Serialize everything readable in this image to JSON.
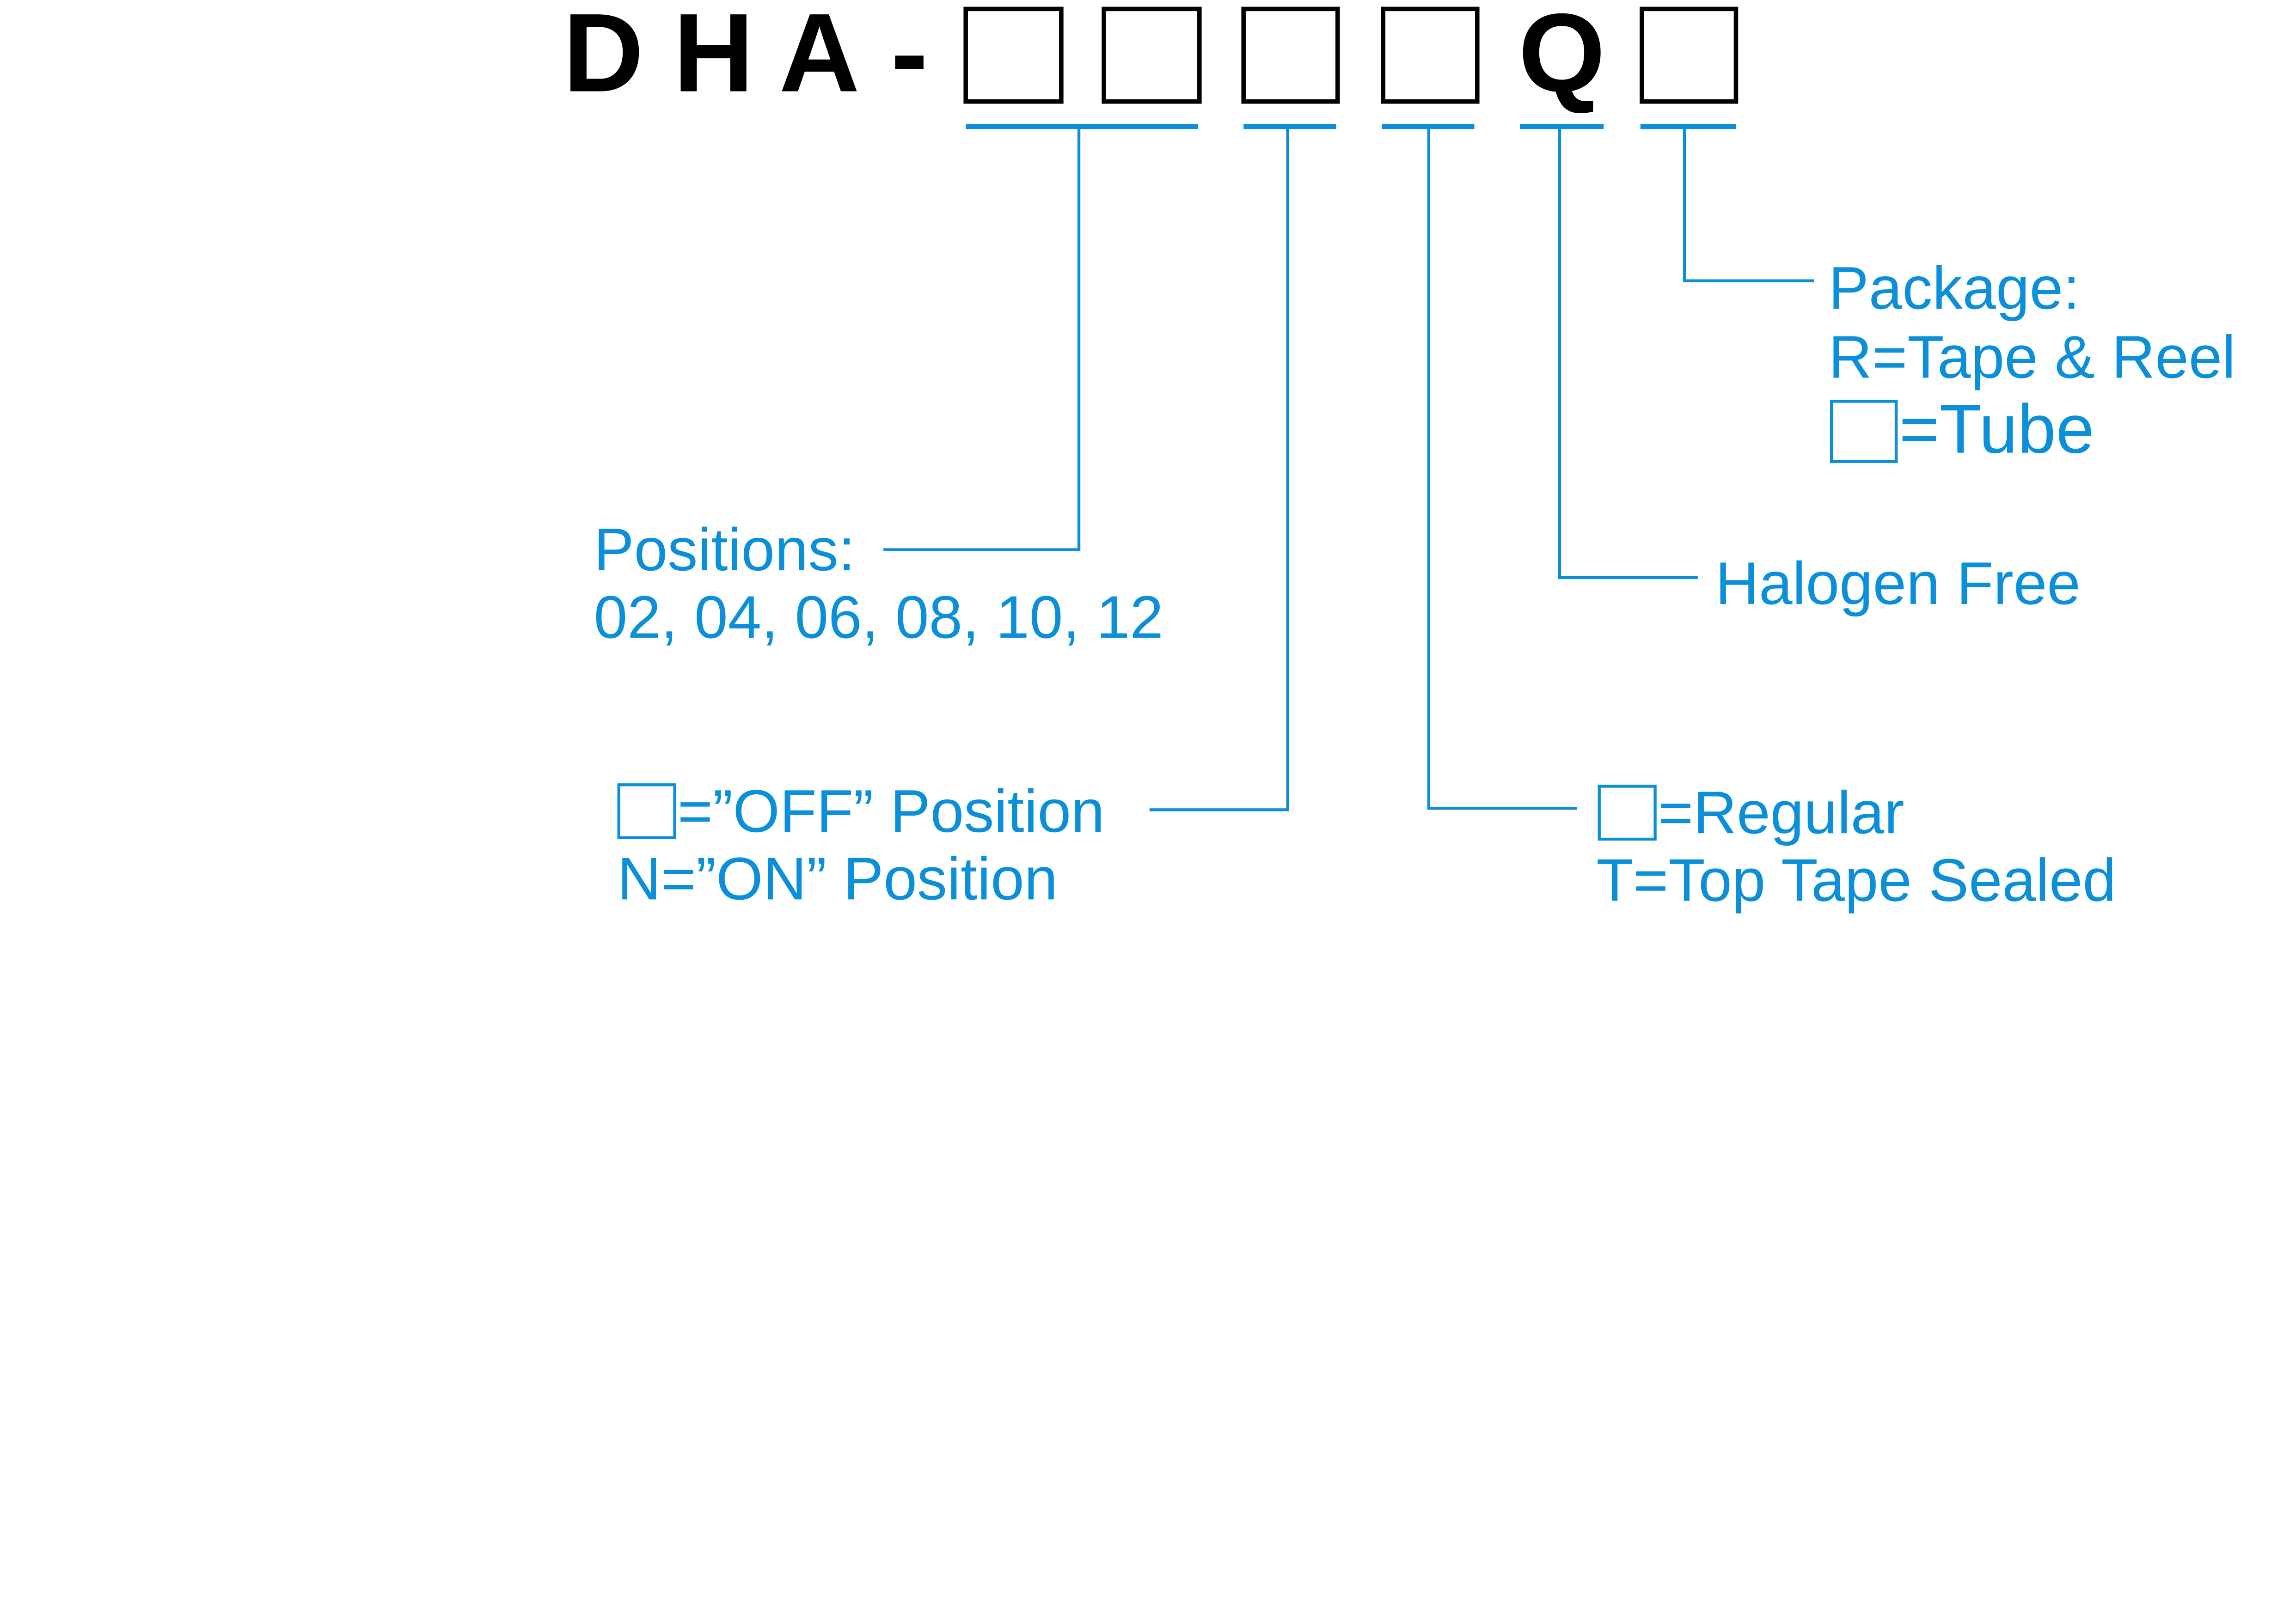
{
  "part_number": {
    "prefix_chars": [
      "D",
      "H",
      "A",
      "-"
    ],
    "fixed_char": "Q",
    "accent_color": "#0a8fd8"
  },
  "fields": {
    "positions": {
      "title": "Positions:",
      "values": "02, 04, 06, 08, 10, 12"
    },
    "switch_state": {
      "off": "=”OFF” Position",
      "on": "N=”ON” Position"
    },
    "sealing": {
      "regular": "=Regular",
      "top_tape": "T=Top Tape Sealed"
    },
    "halogen": {
      "label": "Halogen Free"
    },
    "package": {
      "title": "Package:",
      "reel": "R=Tape & Reel",
      "tube": "=Tube"
    }
  }
}
